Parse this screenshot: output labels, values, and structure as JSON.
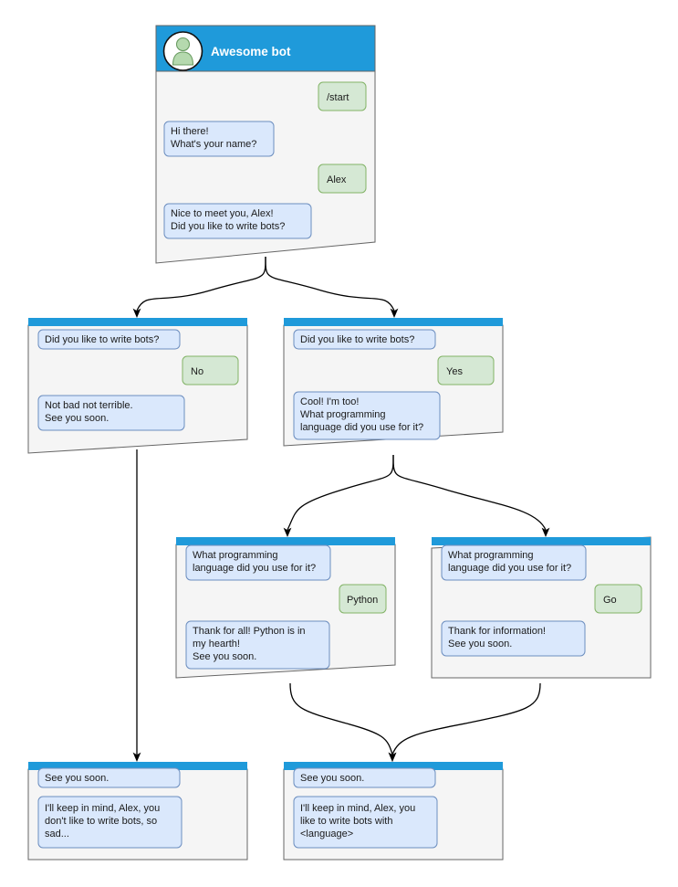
{
  "diagram": {
    "title_node": {
      "header_title": "Awesome bot",
      "avatar_icon": "user-avatar-icon",
      "header_color": "#1f9ada",
      "body_color": "#f5f5f5",
      "messages": [
        {
          "role": "user",
          "lines": [
            "/start"
          ]
        },
        {
          "role": "bot",
          "lines": [
            "Hi there!",
            "What's your name?"
          ]
        },
        {
          "role": "user",
          "lines": [
            "Alex"
          ]
        },
        {
          "role": "bot",
          "lines": [
            "Nice to meet you, Alex!",
            "Did you like to write bots?"
          ]
        }
      ]
    },
    "nodes": [
      {
        "id": "no-branch",
        "messages": [
          {
            "role": "bot",
            "lines": [
              "Did you like to write bots?"
            ]
          },
          {
            "role": "user",
            "lines": [
              "No"
            ]
          },
          {
            "role": "bot",
            "lines": [
              "Not bad not terrible.",
              "See you soon."
            ]
          }
        ]
      },
      {
        "id": "yes-branch",
        "messages": [
          {
            "role": "bot",
            "lines": [
              "Did you like to write bots?"
            ]
          },
          {
            "role": "user",
            "lines": [
              "Yes"
            ]
          },
          {
            "role": "bot",
            "lines": [
              "Cool! I'm too!",
              "What programming",
              "language did you use for it?"
            ]
          }
        ]
      },
      {
        "id": "python-branch",
        "messages": [
          {
            "role": "bot",
            "lines": [
              "What programming",
              "language did you use for it?"
            ]
          },
          {
            "role": "user",
            "lines": [
              "Python"
            ]
          },
          {
            "role": "bot",
            "lines": [
              "Thank for all! Python is in",
              "my hearth!",
              "See you soon."
            ]
          }
        ]
      },
      {
        "id": "go-branch",
        "messages": [
          {
            "role": "bot",
            "lines": [
              "What programming",
              "language did you use for it?"
            ]
          },
          {
            "role": "user",
            "lines": [
              "Go"
            ]
          },
          {
            "role": "bot",
            "lines": [
              "Thank for information!",
              "See you soon."
            ]
          }
        ]
      },
      {
        "id": "end-sad",
        "messages": [
          {
            "role": "bot",
            "lines": [
              "See you soon."
            ]
          },
          {
            "role": "bot",
            "lines": [
              "I'll keep in mind, Alex, you",
              "don't like to write bots, so",
              "sad..."
            ]
          }
        ]
      },
      {
        "id": "end-happy",
        "messages": [
          {
            "role": "bot",
            "lines": [
              "See you soon."
            ]
          },
          {
            "role": "bot",
            "lines": [
              "I'll keep in mind, Alex, you",
              "like to write bots with",
              "<language>"
            ]
          }
        ]
      }
    ],
    "colors": {
      "header": "#1f9ada",
      "node_body": "#f5f5f5",
      "node_border": "#666666",
      "bot_bubble_fill": "#dae8fc",
      "bot_bubble_border": "#6c8ebf",
      "user_bubble_fill": "#d5e8d4",
      "user_bubble_border": "#82b366",
      "edge": "#000000",
      "title_text": "#ffffff",
      "body_text": "#1a1a1a"
    }
  }
}
